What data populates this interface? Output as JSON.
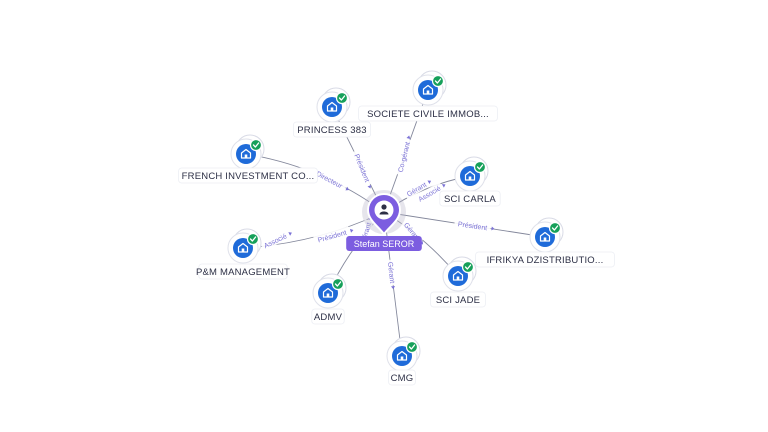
{
  "center": {
    "name": "Stefan SEROR"
  },
  "nodes": [
    {
      "id": "princess",
      "label": "PRINCESS 383",
      "edge_labels": [
        "Président"
      ],
      "verified": true
    },
    {
      "id": "societe",
      "label": "SOCIETE CIVILE IMMOB...",
      "edge_labels": [
        "Co-gérant"
      ],
      "verified": true
    },
    {
      "id": "french",
      "label": "FRENCH INVESTMENT CO...",
      "edge_labels": [
        "Directeur"
      ],
      "verified": true
    },
    {
      "id": "carla",
      "label": "SCI CARLA",
      "edge_labels": [
        "Gérant",
        "Associé"
      ],
      "verified": true
    },
    {
      "id": "pm",
      "label": "P&M MANAGEMENT",
      "edge_labels": [
        "Président",
        "Associé"
      ],
      "verified": true
    },
    {
      "id": "ifrikya",
      "label": "IFRIKYA DZISTRIBUTIO...",
      "edge_labels": [
        "Président"
      ],
      "verified": true
    },
    {
      "id": "admv",
      "label": "ADMV",
      "edge_labels": [
        "Gérant"
      ],
      "verified": true
    },
    {
      "id": "jade",
      "label": "SCI JADE",
      "edge_labels": [
        "Gérant"
      ],
      "verified": true
    },
    {
      "id": "cmg",
      "label": "CMG",
      "edge_labels": [
        "Gérant"
      ],
      "verified": true
    }
  ],
  "icons": {
    "company": "building-icon",
    "person": "person-icon",
    "badge": "check-icon"
  },
  "colors": {
    "company": "#1f6bd9",
    "badge": "#16a05a",
    "center": "#7c5de0",
    "edge": "#5a5f7a",
    "edge_label": "#7b72d6"
  }
}
